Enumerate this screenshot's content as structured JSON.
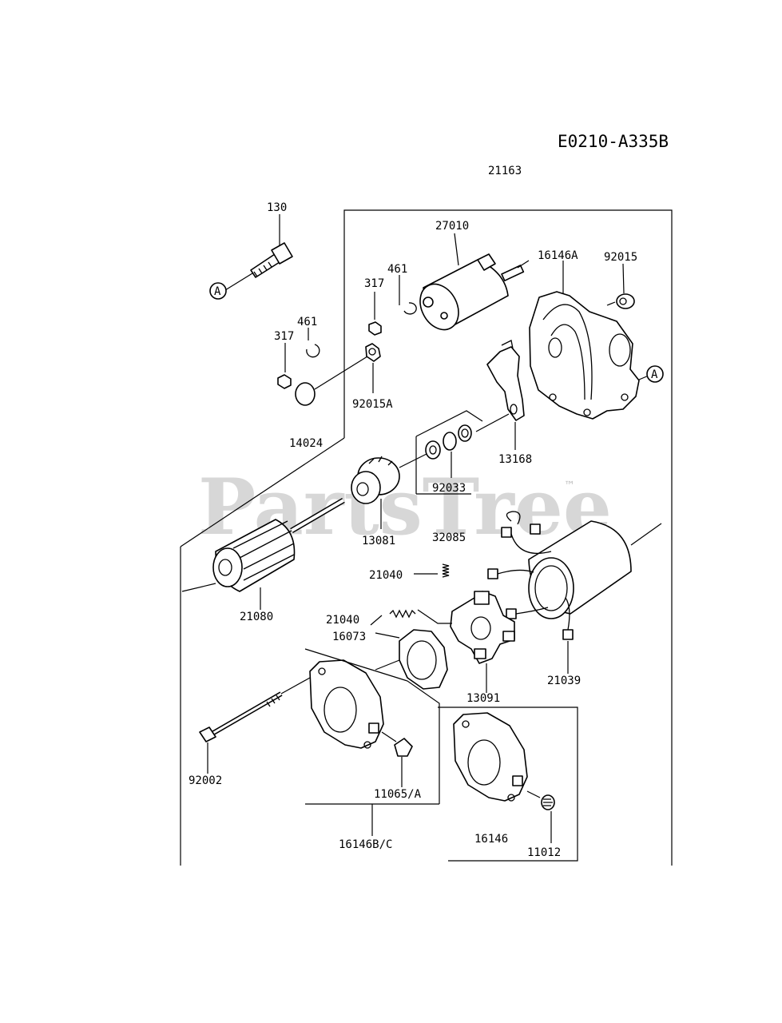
{
  "diagram_code": "E0210-A335B",
  "assembly_number": "21163",
  "watermark": {
    "text": "PartsTree",
    "trademark": "™"
  },
  "callout_marker": "A",
  "part_labels": {
    "p130": "130",
    "p27010": "27010",
    "p16146A": "16146A",
    "p92015": "92015",
    "p461a": "461",
    "p317a": "317",
    "p461b": "461",
    "p317b": "317",
    "p92015A": "92015A",
    "p14024": "14024",
    "p13168": "13168",
    "p92033": "92033",
    "p13081": "13081",
    "p32085": "32085",
    "p21040a": "21040",
    "p21080": "21080",
    "p21040b": "21040",
    "p16073": "16073",
    "p13091": "13091",
    "p21039": "21039",
    "p92002": "92002",
    "p11065A": "11065/A",
    "p16146BC": "16146B/C",
    "p16146": "16146",
    "p11012": "11012"
  }
}
